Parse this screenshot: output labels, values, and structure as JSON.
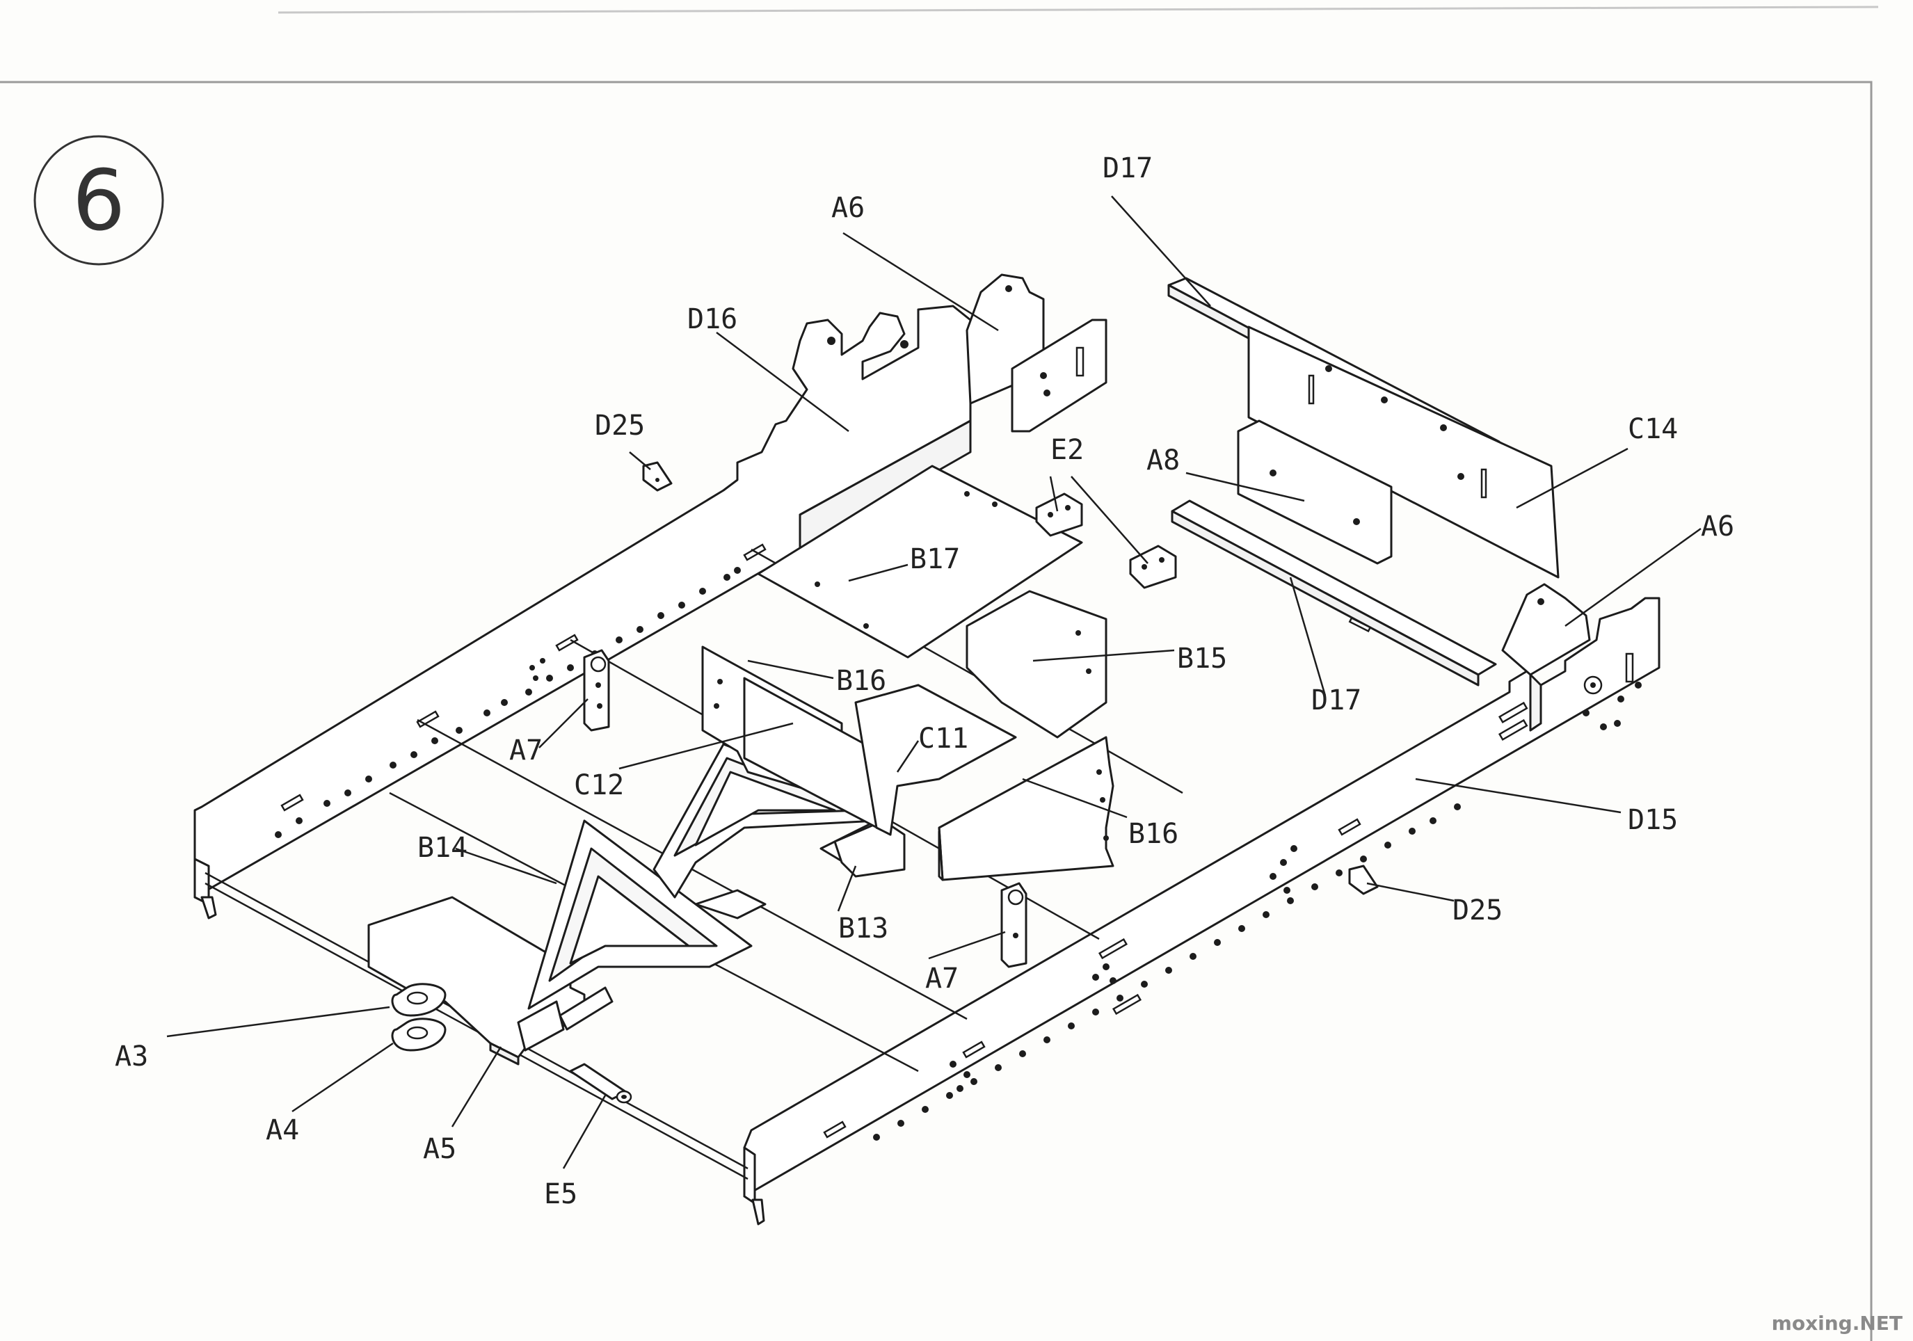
{
  "step": {
    "number": "6"
  },
  "watermark": "moxing.NET",
  "parts": {
    "D17_top": "D17",
    "A6_left": "A6",
    "D16": "D16",
    "D25_left": "D25",
    "E2": "E2",
    "A8": "A8",
    "C14": "C14",
    "A6_right": "A6",
    "B17": "B17",
    "B15": "B15",
    "D17_bottom": "D17",
    "B16_left": "B16",
    "C11": "C11",
    "A7_left": "A7",
    "C12": "C12",
    "B16_right": "B16",
    "D15": "D15",
    "B14": "B14",
    "D25_right": "D25",
    "B13": "B13",
    "A7_right": "A7",
    "A3": "A3",
    "A4": "A4",
    "A5": "A5",
    "E5": "E5"
  }
}
